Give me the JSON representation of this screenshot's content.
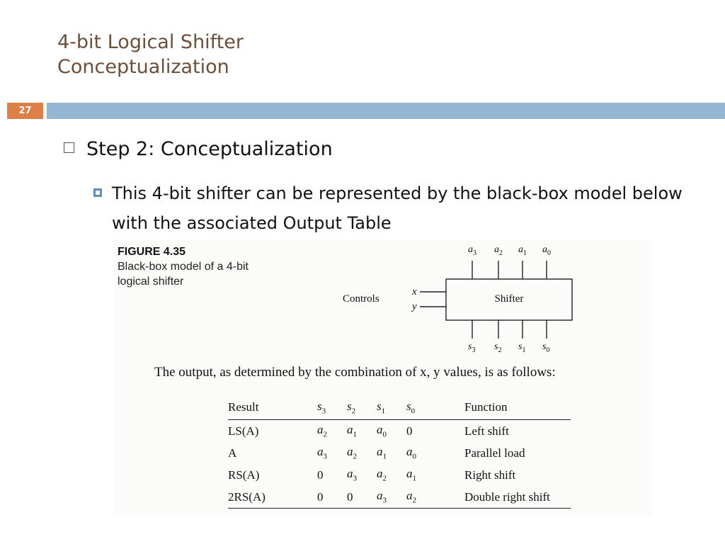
{
  "slide": {
    "title_line1": "4-bit Logical Shifter",
    "title_line2": "Conceptualization",
    "number": "27",
    "bullet_level1": "Step 2:  Conceptualization",
    "bullet_level2": "This 4-bit shifter can be represented by the black-box model below with the associated Output Table"
  },
  "figure": {
    "number": "FIGURE 4.35",
    "caption_line1": "Black-box model of a 4-bit",
    "caption_line2": "logical shifter",
    "controls_label": "Controls",
    "box_label": "Shifter",
    "input_x": "x",
    "input_y": "y",
    "inputs_top": [
      "a3",
      "a2",
      "a1",
      "a0"
    ],
    "outputs_bottom": [
      "s3",
      "s2",
      "s1",
      "s0"
    ]
  },
  "output_table": {
    "intro": "The output, as determined by the combination of x, y values, is as follows:",
    "headers": [
      "Result",
      "s3",
      "s2",
      "s1",
      "s0",
      "Function"
    ],
    "rows": [
      [
        "LS(A)",
        "a2",
        "a1",
        "a0",
        "0",
        "Left shift"
      ],
      [
        "A",
        "a3",
        "a2",
        "a1",
        "a0",
        "Parallel load"
      ],
      [
        "RS(A)",
        "0",
        "a3",
        "a2",
        "a1",
        "Right shift"
      ],
      [
        "2RS(A)",
        "0",
        "0",
        "a3",
        "a2",
        "Double right shift"
      ]
    ]
  },
  "colors": {
    "title": "#6b4f3a",
    "bar": "#94b6d2",
    "number_badge": "#dd8047",
    "bullet_accent": "#5f8fbf"
  }
}
